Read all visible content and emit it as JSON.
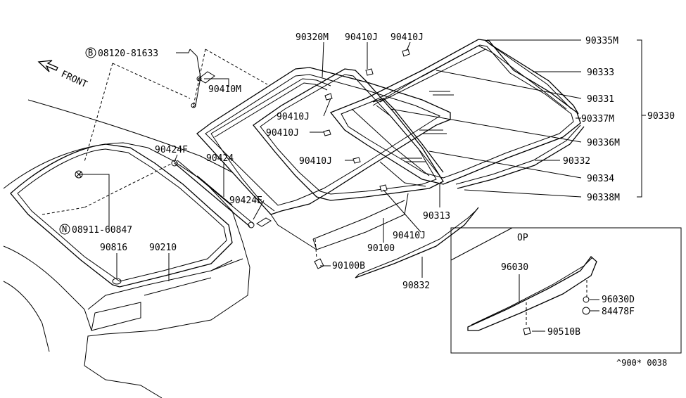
{
  "diagram": {
    "direction_label": "FRONT",
    "option_label": "OP",
    "footer_code": "^900* 0038",
    "parts": {
      "p90335M": "90335M",
      "p90333": "90333",
      "p90331": "90331",
      "p90337M": "90337M",
      "p90330": "90330",
      "p90336M": "90336M",
      "p90332": "90332",
      "p90334": "90334",
      "p90338M": "90338M",
      "p90320M": "90320M",
      "p90410J_a": "90410J",
      "p90410J_b": "90410J",
      "p90410J_c": "90410J",
      "p90410J_d": "90410J",
      "p90410J_e": "90410J",
      "p90410J_f": "90410J",
      "p90410M": "90410M",
      "p08120": "08120-81633",
      "p08120_prefix": "B",
      "p90424F": "90424F",
      "p90424": "90424",
      "p90424E": "90424E",
      "p08911": "08911-60847",
      "p08911_prefix": "N",
      "p90816": "90816",
      "p90210": "90210",
      "p90313": "90313",
      "p90100": "90100",
      "p90100B": "90100B",
      "p90832": "90832",
      "p96030": "96030",
      "p96030D": "96030D",
      "p84478F": "84478F",
      "p90510B": "90510B"
    }
  }
}
